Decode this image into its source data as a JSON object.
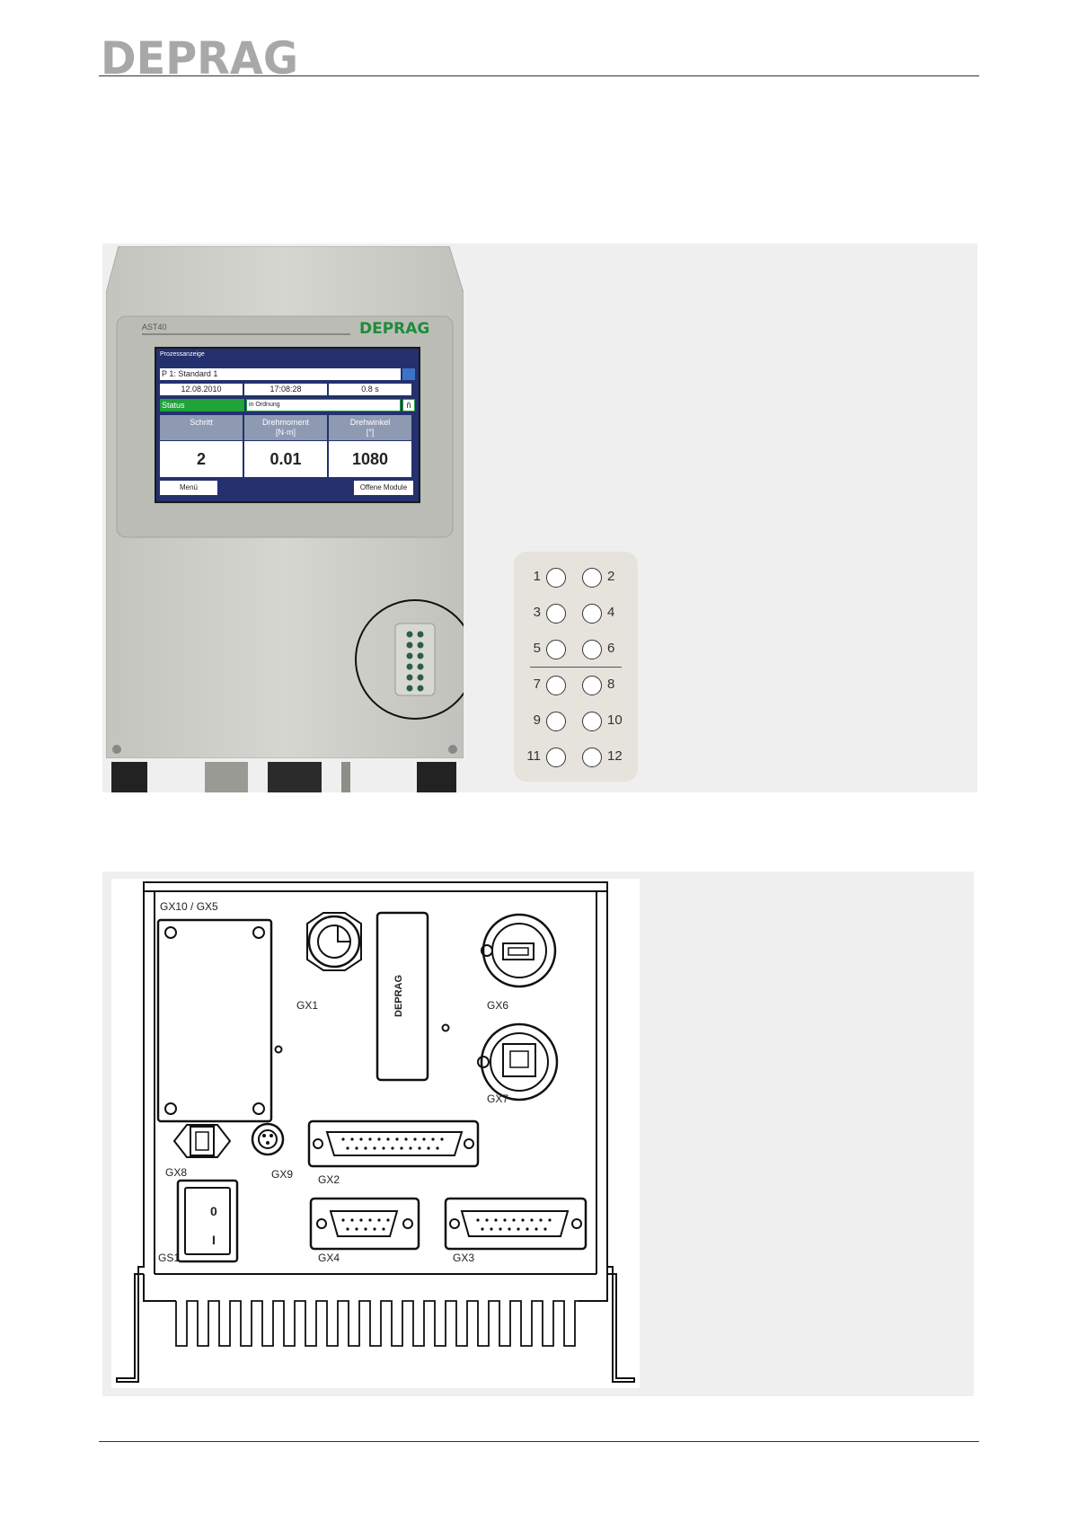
{
  "header": {
    "logo_text": "DEPRAG"
  },
  "controller": {
    "brand": "DEPRAG",
    "model_label": "AST40",
    "screen": {
      "title": "Prozessanzeige",
      "program": "P 1: Standard 1",
      "date": "12.08.2010",
      "time": "17:08:28",
      "duration": "0.8 s",
      "status_label": "Status",
      "status_value": "in Ordnung",
      "columns": [
        {
          "head": "Schritt",
          "unit": "",
          "value": "2"
        },
        {
          "head": "Drehmoment",
          "unit": "[N·m]",
          "value": "0.01"
        },
        {
          "head": "Drehwinkel",
          "unit": "[°]",
          "value": "1080"
        }
      ],
      "btn_menu": "Menü",
      "btn_right": "Offene Module"
    }
  },
  "led_panel": {
    "leds": [
      "1",
      "2",
      "3",
      "4",
      "5",
      "6",
      "7",
      "8",
      "9",
      "10",
      "11",
      "12"
    ]
  },
  "rear_panel": {
    "labels": {
      "gx10": "GX10 / GX5",
      "gx1": "GX1",
      "gx6": "GX6",
      "gx7": "GX7",
      "gx8": "GX8",
      "gx9": "GX9",
      "gx2": "GX2",
      "gx4": "GX4",
      "gx3": "GX3",
      "gs1": "GS1",
      "switch_off": "0",
      "switch_on": "I"
    },
    "nameplate_brand": "DEPRAG"
  }
}
